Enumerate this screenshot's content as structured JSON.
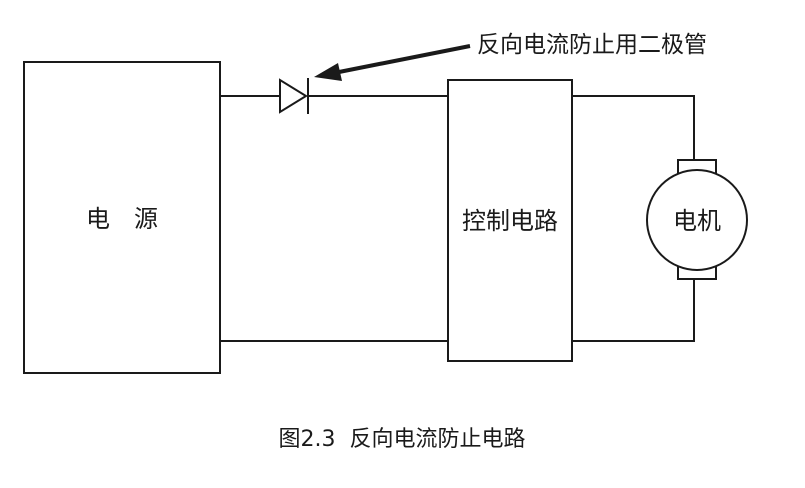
{
  "power_source": {
    "label": "电　源"
  },
  "control_circuit": {
    "label": "控制电路"
  },
  "motor": {
    "label": "电机"
  },
  "diode": {
    "annotation": "反向电流防止用二极管"
  },
  "caption": "图2.3  反向电流防止电路"
}
